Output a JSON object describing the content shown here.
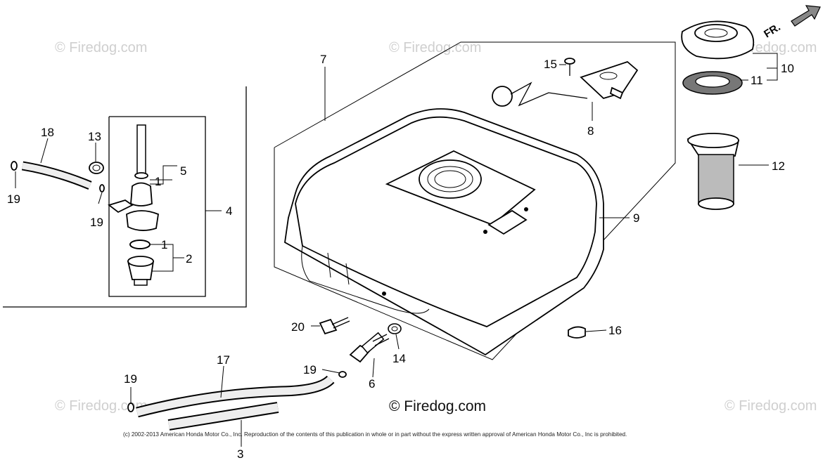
{
  "watermark": {
    "text": "© Firedog.com",
    "center_text": "© Firedog.com"
  },
  "direction": {
    "label": "FR."
  },
  "copyright": "(c) 2002-2013 American Honda Motor Co., Inc. Reproduction of the contents of this publication in whole or in part without the express written approval of American Honda Motor Co., Inc is prohibited.",
  "callouts": {
    "c1a": "1",
    "c1b": "1",
    "c2": "2",
    "c3": "3",
    "c4": "4",
    "c5": "5",
    "c6": "6",
    "c7": "7",
    "c8": "8",
    "c9": "9",
    "c10": "10",
    "c11": "11",
    "c12": "12",
    "c13": "13",
    "c14": "14",
    "c15": "15",
    "c16": "16",
    "c17": "17",
    "c18": "18",
    "c19a": "19",
    "c19b": "19",
    "c19c": "19",
    "c19d": "19",
    "c20": "20"
  }
}
